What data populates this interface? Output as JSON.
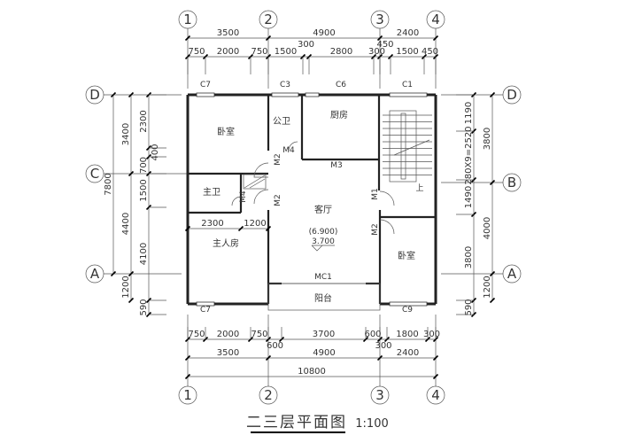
{
  "title": "二三层平面图",
  "scale": "1:100",
  "axes": {
    "vertical": [
      "1",
      "2",
      "3",
      "4"
    ],
    "horizontal": [
      "D",
      "C",
      "B",
      "A"
    ]
  },
  "dims": {
    "top_overall": [
      "3500",
      "4900",
      "2400"
    ],
    "top_detail": [
      "750",
      "2000",
      "750",
      "1500",
      "300",
      "2800",
      "300",
      "450",
      "1500",
      "450"
    ],
    "bottom_detail": [
      "750",
      "2000",
      "750",
      "600",
      "3700",
      "600",
      "300",
      "1800",
      "300"
    ],
    "bottom_overall": [
      "3500",
      "4900",
      "2400"
    ],
    "bottom_total": "10800",
    "left_total": "7800",
    "left_mid": [
      "3400",
      "4400",
      "1200"
    ],
    "left_detail": [
      "2300",
      "400",
      "700",
      "1500",
      "4100",
      "590"
    ],
    "right_detail": [
      "1190",
      "280X9=2520",
      "1490",
      "3800",
      "590"
    ],
    "right_mid": [
      "3800",
      "4000",
      "1200"
    ],
    "inner": [
      "2300",
      "1200"
    ]
  },
  "rooms": [
    "卧室",
    "公卫",
    "厨房",
    "主卫",
    "主人房",
    "客厅",
    "阳台",
    "卧室"
  ],
  "doors": [
    "M4",
    "M2",
    "M3",
    "M1",
    "M2",
    "M4",
    "M2",
    "MC1"
  ],
  "windows": [
    "C7",
    "C3",
    "C6",
    "C1",
    "C7",
    "C9"
  ],
  "elevation": {
    "level": "(6.900)",
    "value": "3.700"
  },
  "stair_up": "上"
}
